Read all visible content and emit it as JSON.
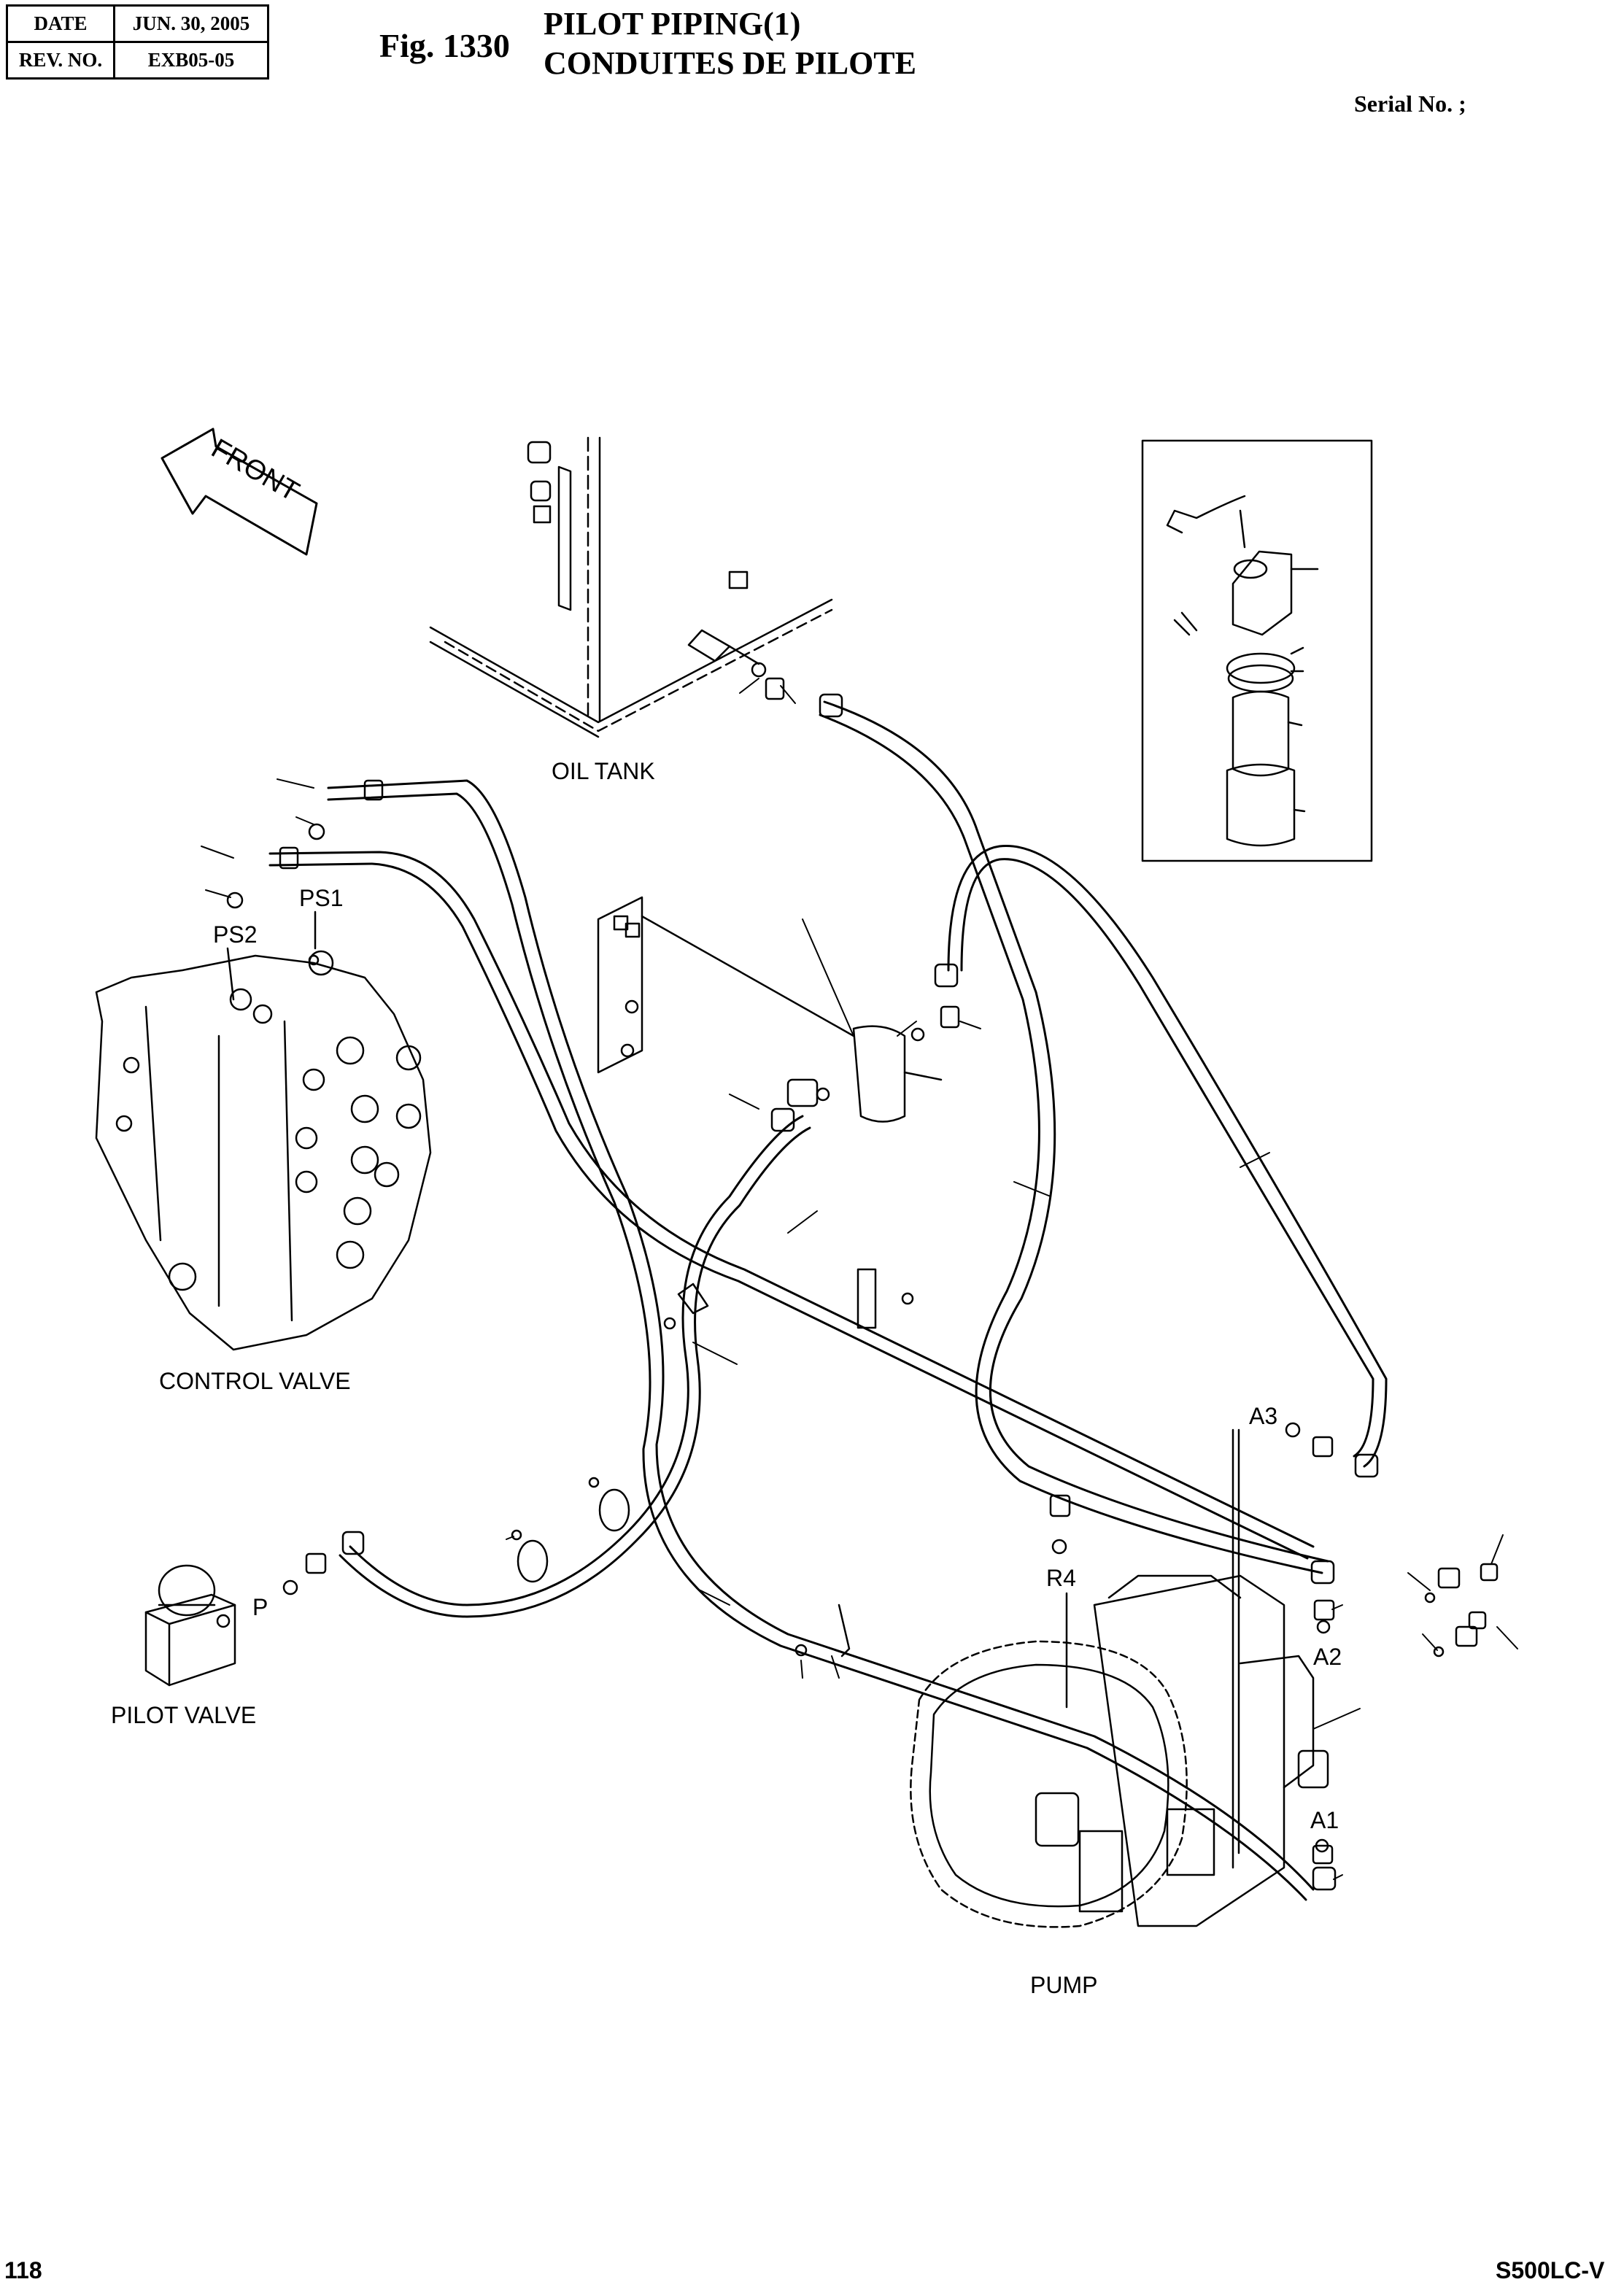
{
  "header": {
    "date_label": "DATE",
    "date_value": "JUN. 30, 2005",
    "rev_label": "REV. NO.",
    "rev_value": "EXB05-05",
    "fig_number": "Fig. 1330",
    "title_en": "PILOT PIPING(1)",
    "title_fr": "CONDUITES DE PILOTE",
    "serial": "Serial No. ;"
  },
  "labels": {
    "front": "FRONT",
    "oil_tank": "OIL TANK",
    "control_valve": "CONTROL VALVE",
    "pilot_valve": "PILOT VALVE",
    "pump": "PUMP",
    "ps1": "PS1",
    "ps2": "PS2",
    "p": "P",
    "r4": "R4",
    "a1": "A1",
    "a2": "A2",
    "a3": "A3"
  },
  "footer": {
    "page_number": "118",
    "model": "S500LC-V"
  }
}
